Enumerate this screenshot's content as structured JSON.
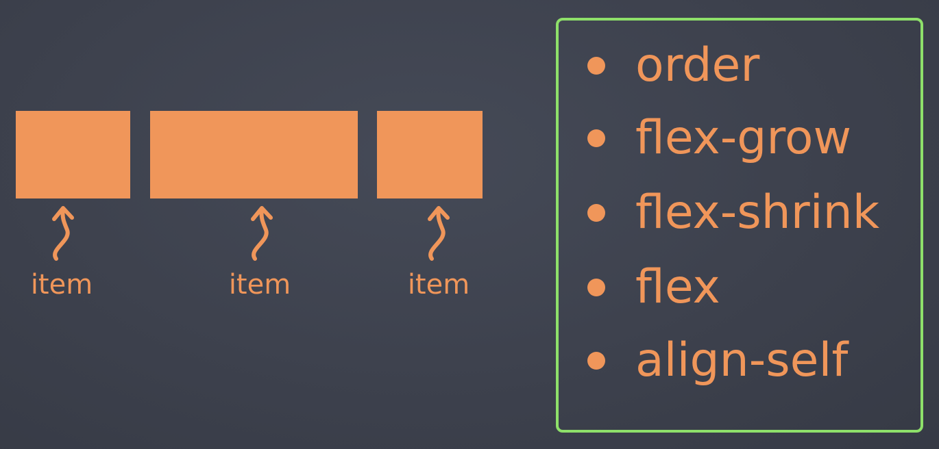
{
  "diagram": {
    "flex_items": [
      {
        "label": "item"
      },
      {
        "label": "item"
      },
      {
        "label": "item"
      }
    ],
    "properties": [
      "order",
      "flex-grow",
      "flex-shrink",
      "flex",
      "align-self"
    ],
    "colors": {
      "background": "#3d414d",
      "accent": "#f0965a",
      "panel_border": "#8ee06a"
    },
    "icons": [
      "curly-arrow-icon",
      "bullet-dot-icon"
    ]
  }
}
